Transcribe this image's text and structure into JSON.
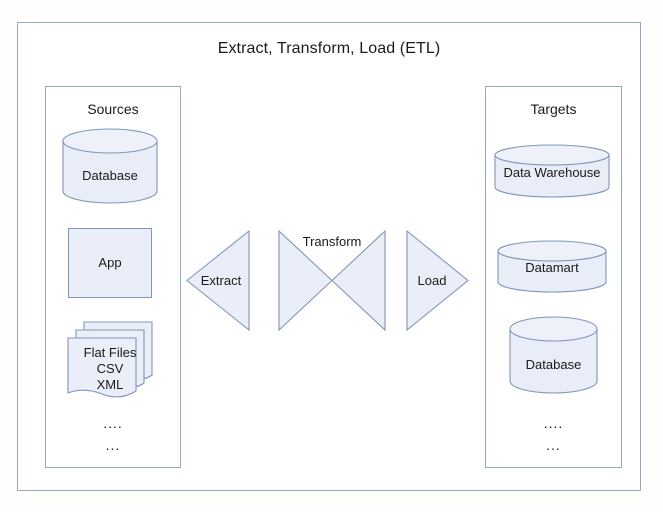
{
  "diagram": {
    "title": "Extract, Transform, Load (ETL)",
    "colors": {
      "shape_fill": "#eaeef8",
      "shape_stroke": "#8196b8",
      "frame_stroke": "#97a8c4",
      "background": "#ffffff",
      "text": "#1a1a1a"
    }
  },
  "sources": {
    "title": "Sources",
    "nodes": [
      {
        "label": "Database",
        "shape": "cylinder"
      },
      {
        "label": "App",
        "shape": "rectangle"
      },
      {
        "label_line1": "Flat Files",
        "label_line2": "CSV",
        "label_line3": "XML",
        "shape": "document-stack"
      }
    ],
    "ellipsis_line1": "....",
    "ellipsis_line2": "..."
  },
  "process": {
    "extract": {
      "label": "Extract",
      "shape": "triangle-left"
    },
    "transform": {
      "label": "Transform",
      "shape": "bowtie"
    },
    "load": {
      "label": "Load",
      "shape": "triangle-right"
    }
  },
  "targets": {
    "title": "Targets",
    "nodes": [
      {
        "label": "Data Warehouse",
        "shape": "cylinder"
      },
      {
        "label": "Datamart",
        "shape": "cylinder"
      },
      {
        "label": "Database",
        "shape": "cylinder"
      }
    ],
    "ellipsis_line1": "....",
    "ellipsis_line2": "..."
  }
}
